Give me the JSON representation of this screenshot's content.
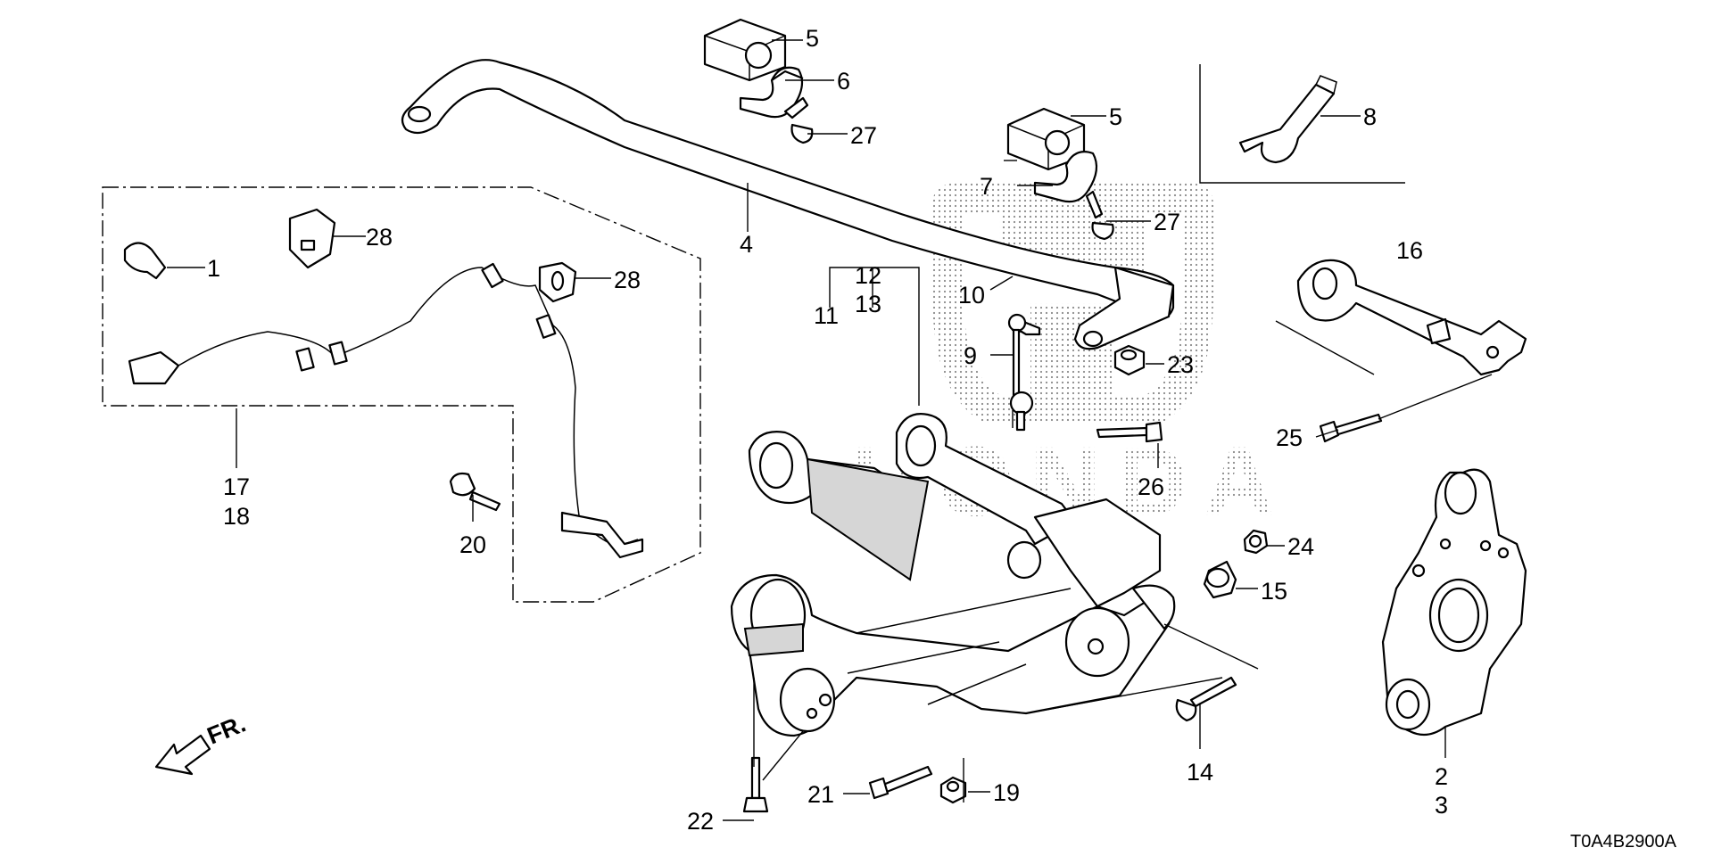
{
  "diagram": {
    "callouts": {
      "c1": "1",
      "c2": "2",
      "c3": "3",
      "c4": "4",
      "c5a": "5",
      "c5b": "5",
      "c6": "6",
      "c7": "7",
      "c8": "8",
      "c9": "9",
      "c10": "10",
      "c11": "11",
      "c12": "12",
      "c13": "13",
      "c14": "14",
      "c15": "15",
      "c16": "16",
      "c17": "17",
      "c18": "18",
      "c19": "19",
      "c20": "20",
      "c21": "21",
      "c22": "22",
      "c23": "23",
      "c24": "24",
      "c25": "25",
      "c26": "26",
      "c27a": "27",
      "c27b": "27",
      "c28a": "28",
      "c28b": "28"
    },
    "direction_label": "FR.",
    "reference_code": "T0A4B2900A",
    "watermark": "HONDA"
  }
}
